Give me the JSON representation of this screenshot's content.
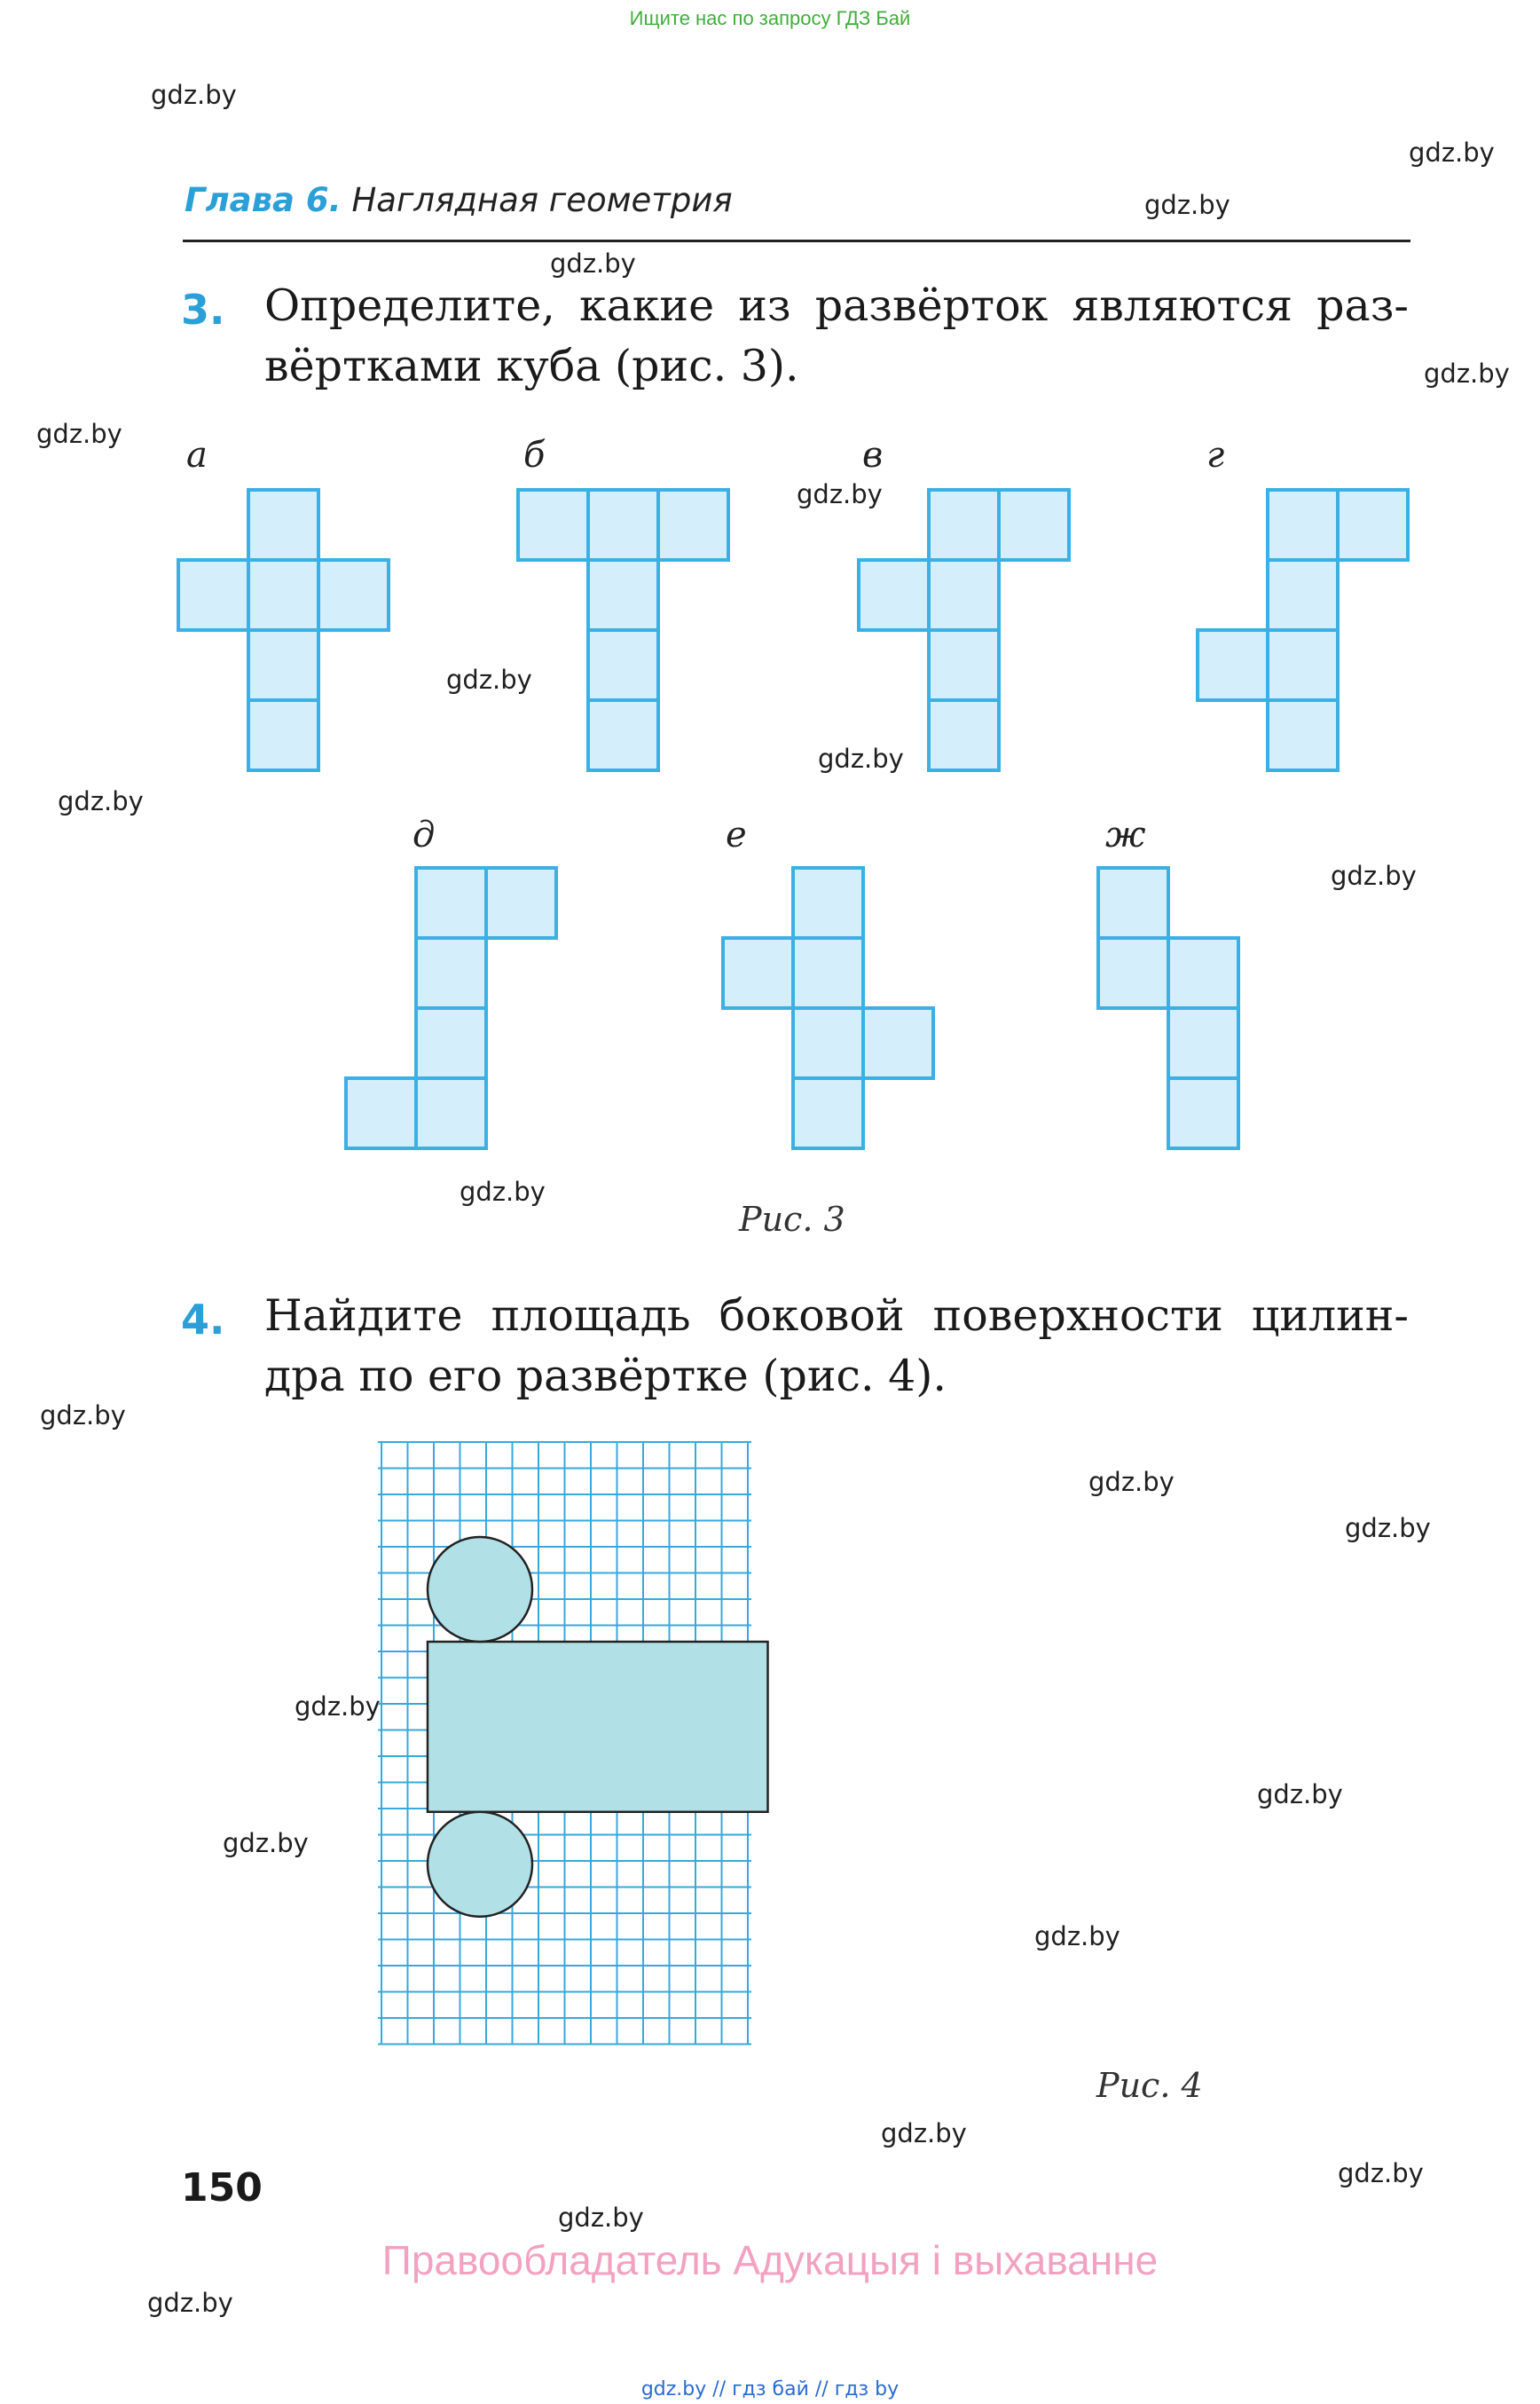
{
  "header": {
    "banner": "Ищите нас по запросу ГДЗ Бай"
  },
  "watermark": "gdz.by",
  "chapter": {
    "number_label": "Глава 6.",
    "title": "Наглядная геометрия"
  },
  "task3": {
    "number": "3.",
    "line1": "Определите, какие из развёрток являются раз-",
    "line2": "вёртками куба (рис. 3).",
    "figure_caption": "Рис. 3",
    "nets": [
      {
        "label": "а",
        "cells": [
          [
            1,
            0
          ],
          [
            0,
            1
          ],
          [
            1,
            1
          ],
          [
            2,
            1
          ],
          [
            1,
            2
          ],
          [
            1,
            3
          ]
        ]
      },
      {
        "label": "б",
        "cells": [
          [
            0,
            0
          ],
          [
            1,
            0
          ],
          [
            2,
            0
          ],
          [
            1,
            1
          ],
          [
            1,
            2
          ],
          [
            1,
            3
          ]
        ]
      },
      {
        "label": "в",
        "cells": [
          [
            1,
            0
          ],
          [
            2,
            0
          ],
          [
            0,
            1
          ],
          [
            1,
            1
          ],
          [
            1,
            2
          ],
          [
            1,
            3
          ]
        ]
      },
      {
        "label": "г",
        "cells": [
          [
            1,
            0
          ],
          [
            2,
            0
          ],
          [
            1,
            1
          ],
          [
            0,
            2
          ],
          [
            1,
            2
          ],
          [
            1,
            3
          ]
        ]
      },
      {
        "label": "д",
        "cells": [
          [
            1,
            0
          ],
          [
            2,
            0
          ],
          [
            1,
            1
          ],
          [
            1,
            2
          ],
          [
            0,
            3
          ],
          [
            1,
            3
          ]
        ]
      },
      {
        "label": "е",
        "cells": [
          [
            1,
            0
          ],
          [
            0,
            1
          ],
          [
            1,
            1
          ],
          [
            1,
            2
          ],
          [
            2,
            2
          ],
          [
            1,
            3
          ]
        ]
      },
      {
        "label": "ж",
        "cells": [
          [
            0,
            0
          ],
          [
            0,
            1
          ],
          [
            1,
            1
          ],
          [
            1,
            2
          ],
          [
            1,
            3
          ]
        ]
      }
    ]
  },
  "task4": {
    "number": "4.",
    "line1": "Найдите площадь боковой поверхности цилин-",
    "line2": "дра по его развёртке (рис. 4).",
    "figure_caption": "Рис. 4",
    "net": {
      "circle_diameter_cells": 4,
      "rectangle_width_cells": 13,
      "rectangle_height_cells": 6.5
    }
  },
  "page_number": "150",
  "owner": "Правообладатель Адукацыя і выхаванне",
  "footer": "gdz.by  //  гдз бай  //  гдз by",
  "colors": {
    "accent": "#2a9fd8",
    "net_fill": "#d4eefb",
    "net_stroke": "#3bb0e4",
    "grid": "#38a8dc",
    "cylinder_fill": "#b1e1e6",
    "banner": "#3fae3a",
    "owner": "#f2a2c0"
  }
}
